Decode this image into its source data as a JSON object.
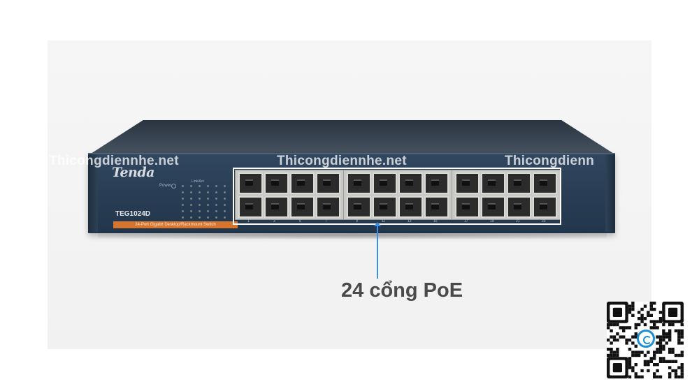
{
  "device": {
    "brand": "Tenda",
    "model": "TEG1024D",
    "tagline": "24-Port Gigabit Desktop/Rackmount Switch",
    "power_label": "Power",
    "led_header": "Link/Act",
    "port_labels": [
      "1",
      "3",
      "5",
      "7",
      "9",
      "11",
      "13",
      "15",
      "17",
      "19",
      "21",
      "23"
    ]
  },
  "callout": {
    "label": "24 cổng PoE",
    "color": "#3d8ee8"
  },
  "watermark": {
    "text_1": "Thicongdiennhe.net",
    "text_2": "Thicongdiennhe.net",
    "text_3": "Thicongdienn"
  },
  "colors": {
    "chassis": "#283d54",
    "tagline_band": "#d7742d"
  }
}
